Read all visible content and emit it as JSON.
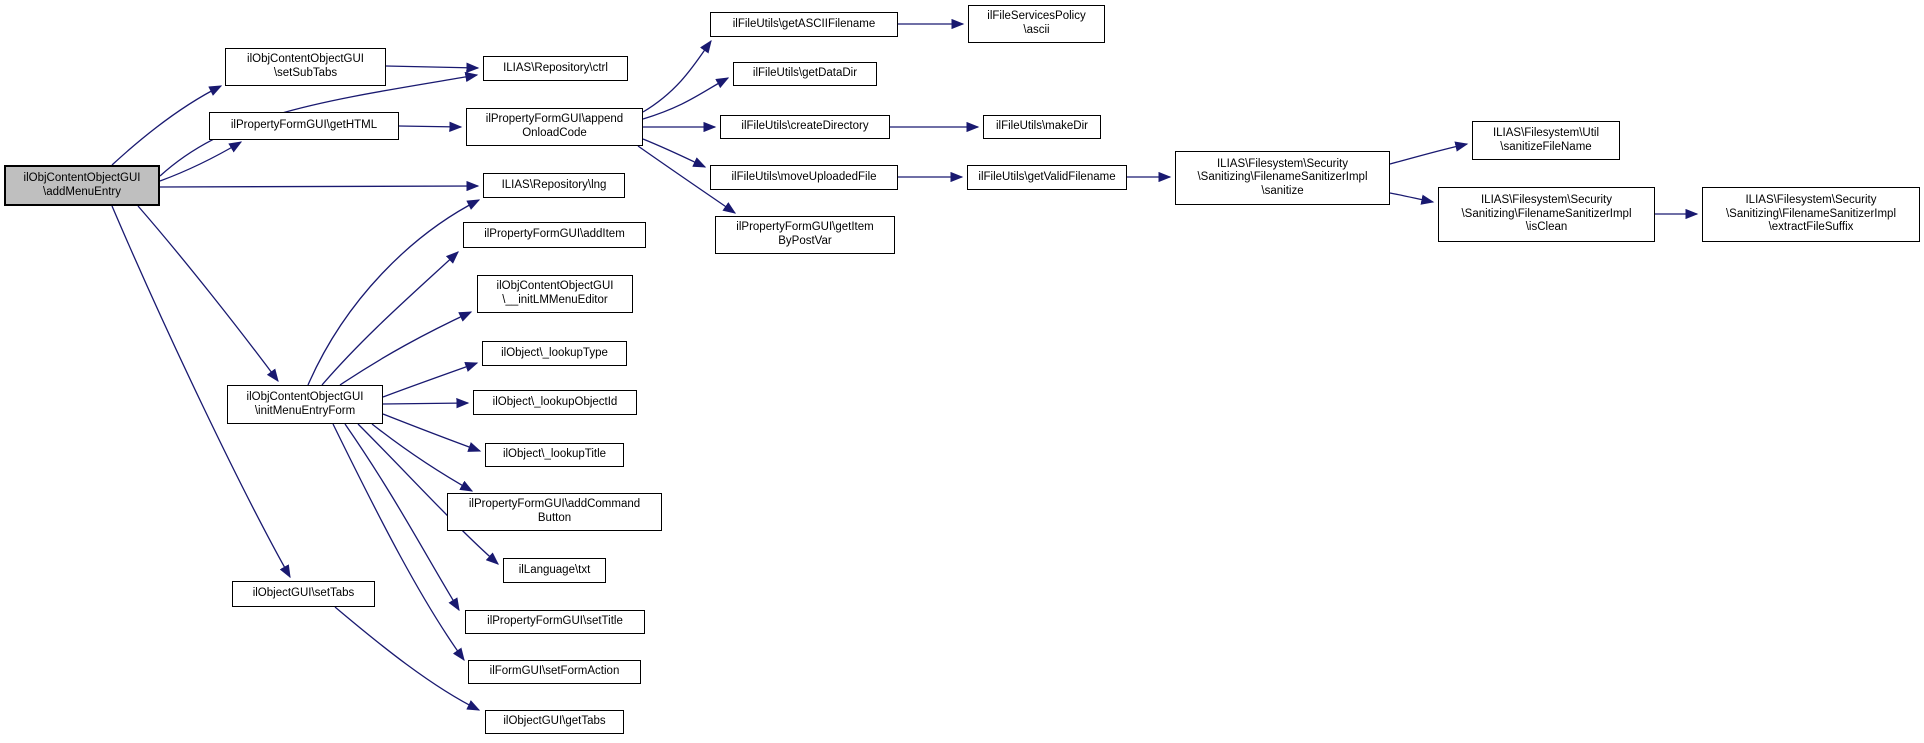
{
  "diagram_type": "doxygen-call-graph",
  "colors": {
    "edge": "#191970",
    "node_border": "#000000",
    "node_fill": "#ffffff",
    "root_node_fill": "#bfbfbf",
    "background": "#ffffff"
  },
  "nodes": {
    "addMenuEntry": {
      "label": "ilObjContentObjectGUI\n\\addMenuEntry"
    },
    "setSubTabs": {
      "label": "ilObjContentObjectGUI\n\\setSubTabs"
    },
    "getHTML": {
      "label": "ilPropertyFormGUI\\getHTML"
    },
    "ctrl": {
      "label": "ILIAS\\Repository\\ctrl"
    },
    "appendOnloadCode": {
      "label": "ilPropertyFormGUI\\append\nOnloadCode"
    },
    "lng": {
      "label": "ILIAS\\Repository\\lng"
    },
    "addItem": {
      "label": "ilPropertyFormGUI\\addItem"
    },
    "initLMMenuEditor": {
      "label": "ilObjContentObjectGUI\n\\__initLMMenuEditor"
    },
    "lookupType": {
      "label": "ilObject\\_lookupType"
    },
    "lookupObjectId": {
      "label": "ilObject\\_lookupObjectId"
    },
    "lookupTitle": {
      "label": "ilObject\\_lookupTitle"
    },
    "addCommandButton": {
      "label": "ilPropertyFormGUI\\addCommand\nButton"
    },
    "txt": {
      "label": "ilLanguage\\txt"
    },
    "setTitle": {
      "label": "ilPropertyFormGUI\\setTitle"
    },
    "setFormAction": {
      "label": "ilFormGUI\\setFormAction"
    },
    "getTabs": {
      "label": "ilObjectGUI\\getTabs"
    },
    "setTabs": {
      "label": "ilObjectGUI\\setTabs"
    },
    "initMenuEntryForm": {
      "label": "ilObjContentObjectGUI\n\\initMenuEntryForm"
    },
    "getASCIIFilename": {
      "label": "ilFileUtils\\getASCIIFilename"
    },
    "getDataDir": {
      "label": "ilFileUtils\\getDataDir"
    },
    "createDirectory": {
      "label": "ilFileUtils\\createDirectory"
    },
    "moveUploadedFile": {
      "label": "ilFileUtils\\moveUploadedFile"
    },
    "getItemByPostVar": {
      "label": "ilPropertyFormGUI\\getItem\nByPostVar"
    },
    "ascii": {
      "label": "ilFileServicesPolicy\n\\ascii"
    },
    "makeDir": {
      "label": "ilFileUtils\\makeDir"
    },
    "getValidFilename": {
      "label": "ilFileUtils\\getValidFilename"
    },
    "sanitize": {
      "label": "ILIAS\\Filesystem\\Security\n\\Sanitizing\\FilenameSanitizerImpl\n\\sanitize"
    },
    "sanitizeFileName": {
      "label": "ILIAS\\Filesystem\\Util\n\\sanitizeFileName"
    },
    "isClean": {
      "label": "ILIAS\\Filesystem\\Security\n\\Sanitizing\\FilenameSanitizerImpl\n\\isClean"
    },
    "extractFileSuffix": {
      "label": "ILIAS\\Filesystem\\Security\n\\Sanitizing\\FilenameSanitizerImpl\n\\extractFileSuffix"
    }
  },
  "edges": [
    {
      "from": "addMenuEntry",
      "to": "setSubTabs"
    },
    {
      "from": "addMenuEntry",
      "to": "getHTML"
    },
    {
      "from": "addMenuEntry",
      "to": "ctrl"
    },
    {
      "from": "addMenuEntry",
      "to": "lng"
    },
    {
      "from": "addMenuEntry",
      "to": "initMenuEntryForm"
    },
    {
      "from": "addMenuEntry",
      "to": "setTabs"
    },
    {
      "from": "setSubTabs",
      "to": "ctrl"
    },
    {
      "from": "getHTML",
      "to": "appendOnloadCode"
    },
    {
      "from": "appendOnloadCode",
      "to": "getASCIIFilename"
    },
    {
      "from": "appendOnloadCode",
      "to": "getDataDir"
    },
    {
      "from": "appendOnloadCode",
      "to": "createDirectory"
    },
    {
      "from": "appendOnloadCode",
      "to": "moveUploadedFile"
    },
    {
      "from": "appendOnloadCode",
      "to": "getItemByPostVar"
    },
    {
      "from": "getASCIIFilename",
      "to": "ascii"
    },
    {
      "from": "createDirectory",
      "to": "makeDir"
    },
    {
      "from": "moveUploadedFile",
      "to": "getValidFilename"
    },
    {
      "from": "getValidFilename",
      "to": "sanitize"
    },
    {
      "from": "sanitize",
      "to": "sanitizeFileName"
    },
    {
      "from": "sanitize",
      "to": "isClean"
    },
    {
      "from": "isClean",
      "to": "extractFileSuffix"
    },
    {
      "from": "initMenuEntryForm",
      "to": "lng"
    },
    {
      "from": "initMenuEntryForm",
      "to": "addItem"
    },
    {
      "from": "initMenuEntryForm",
      "to": "initLMMenuEditor"
    },
    {
      "from": "initMenuEntryForm",
      "to": "lookupType"
    },
    {
      "from": "initMenuEntryForm",
      "to": "lookupObjectId"
    },
    {
      "from": "initMenuEntryForm",
      "to": "lookupTitle"
    },
    {
      "from": "initMenuEntryForm",
      "to": "addCommandButton"
    },
    {
      "from": "initMenuEntryForm",
      "to": "txt"
    },
    {
      "from": "initMenuEntryForm",
      "to": "setTitle"
    },
    {
      "from": "initMenuEntryForm",
      "to": "setFormAction"
    },
    {
      "from": "setTabs",
      "to": "getTabs"
    }
  ]
}
